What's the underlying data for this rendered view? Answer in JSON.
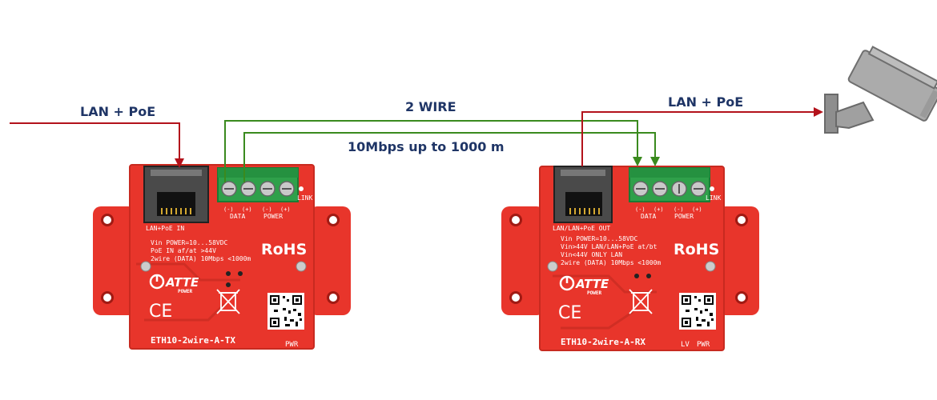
{
  "labels": {
    "lan_poe_in": "LAN + PoE",
    "two_wire": "2 WIRE",
    "speed": "10Mbps up to 1000 m",
    "lan_poe_out": "LAN + PoE"
  },
  "tx_board": {
    "port_label": "LAN+PoE IN",
    "link": "LINK",
    "data": "DATA",
    "power": "POWER",
    "polarity": [
      "(-)",
      "(+)",
      "(-)",
      "(+)"
    ],
    "spec_lines": [
      "Vin POWER=10...58VDC",
      "PoE IN af/at >44V",
      "2wire (DATA) 10Mbps <1000m"
    ],
    "rohs": "RoHS",
    "logo": "ATTE",
    "logo_sub": "POWER",
    "ce": "CE",
    "model": "ETH10-2wire-A-TX",
    "pwr": "PWR"
  },
  "rx_board": {
    "port_label": "LAN/LAN+PoE OUT",
    "link": "LINK",
    "data": "DATA",
    "power": "POWER",
    "polarity": [
      "(-)",
      "(+)",
      "(-)",
      "(+)"
    ],
    "spec_lines": [
      "Vin POWER=10...58VDC",
      "Vin>44V LAN/LAN+PoE at/bt",
      "Vin<44V ONLY LAN",
      "2wire (DATA) 10Mbps <1000m"
    ],
    "rohs": "RoHS",
    "logo": "ATTE",
    "logo_sub": "POWER",
    "ce": "CE",
    "model": "ETH10-2wire-A-RX",
    "lv": "LV",
    "pwr": "PWR"
  },
  "colors": {
    "board": "#e8352b",
    "arrow_red": "#b3121b",
    "wire_green": "#3a8a1e",
    "label_navy": "#1f3566",
    "terminal": "#2fa04a"
  },
  "icons": [
    "rj45-port-icon",
    "screw-terminal-icon",
    "ce-mark-icon",
    "weee-bin-icon",
    "qr-code-icon",
    "cctv-camera-icon"
  ]
}
